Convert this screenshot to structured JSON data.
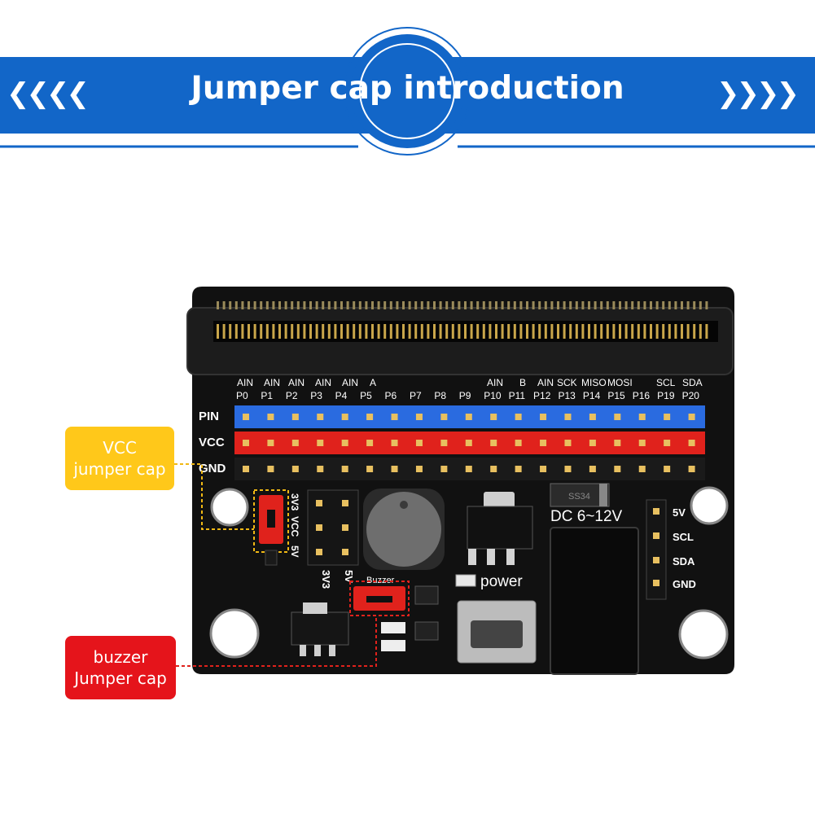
{
  "banner": {
    "title": "Jumper cap introduction",
    "left_arrows": "❮❮❮❮",
    "right_arrows": "❯❯❯❯",
    "color": "#1266c8"
  },
  "board": {
    "function_labels": [
      "AIN",
      "AIN",
      "AIN",
      "AIN",
      "AIN",
      "A",
      "AIN",
      "B",
      "AIN",
      "SCK",
      "MISO",
      "MOSI",
      "SCL",
      "SDA"
    ],
    "pin_labels": [
      "P0",
      "P1",
      "P2",
      "P3",
      "P4",
      "P5",
      "P6",
      "P7",
      "P8",
      "P9",
      "P10",
      "P11",
      "P12",
      "P13",
      "P14",
      "P15",
      "P16",
      "P19",
      "P20"
    ],
    "row_labels": [
      "PIN",
      "VCC",
      "GND"
    ],
    "jumper_labels": [
      "3V3",
      "VCC",
      "5V"
    ],
    "side_labels": [
      "3V3",
      "5V"
    ],
    "buzzer_label": "Buzzer",
    "power_label": "power",
    "dc_label": "DC 6~12V",
    "diode_label": "SS34",
    "i2c_labels": [
      "5V",
      "SCL",
      "SDA",
      "GND"
    ]
  },
  "callouts": {
    "vcc": {
      "line1": "VCC",
      "line2": "jumper cap",
      "color": "#ffc81a"
    },
    "buzzer": {
      "line1": "buzzer",
      "line2": "Jumper cap",
      "color": "#e5141b"
    }
  }
}
